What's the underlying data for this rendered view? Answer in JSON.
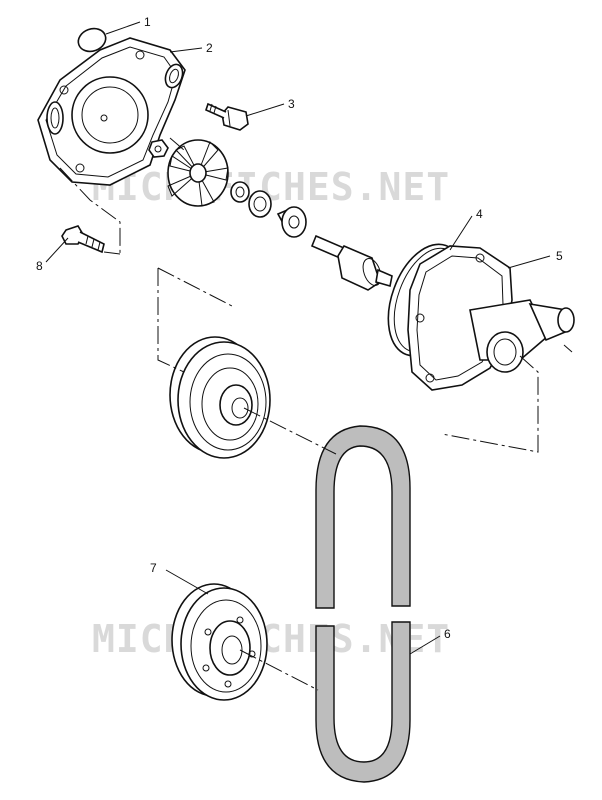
{
  "watermark": {
    "top_text": "MICROFICHES.NET",
    "bottom_text": "MICROFICHES.NET"
  },
  "callouts": [
    {
      "id": "callout-1",
      "label": "1"
    },
    {
      "id": "callout-2",
      "label": "2"
    },
    {
      "id": "callout-3",
      "label": "3"
    },
    {
      "id": "callout-4",
      "label": "4"
    },
    {
      "id": "callout-5",
      "label": "5"
    },
    {
      "id": "callout-6",
      "label": "6"
    },
    {
      "id": "callout-7",
      "label": "7"
    },
    {
      "id": "callout-8",
      "label": "8"
    }
  ]
}
